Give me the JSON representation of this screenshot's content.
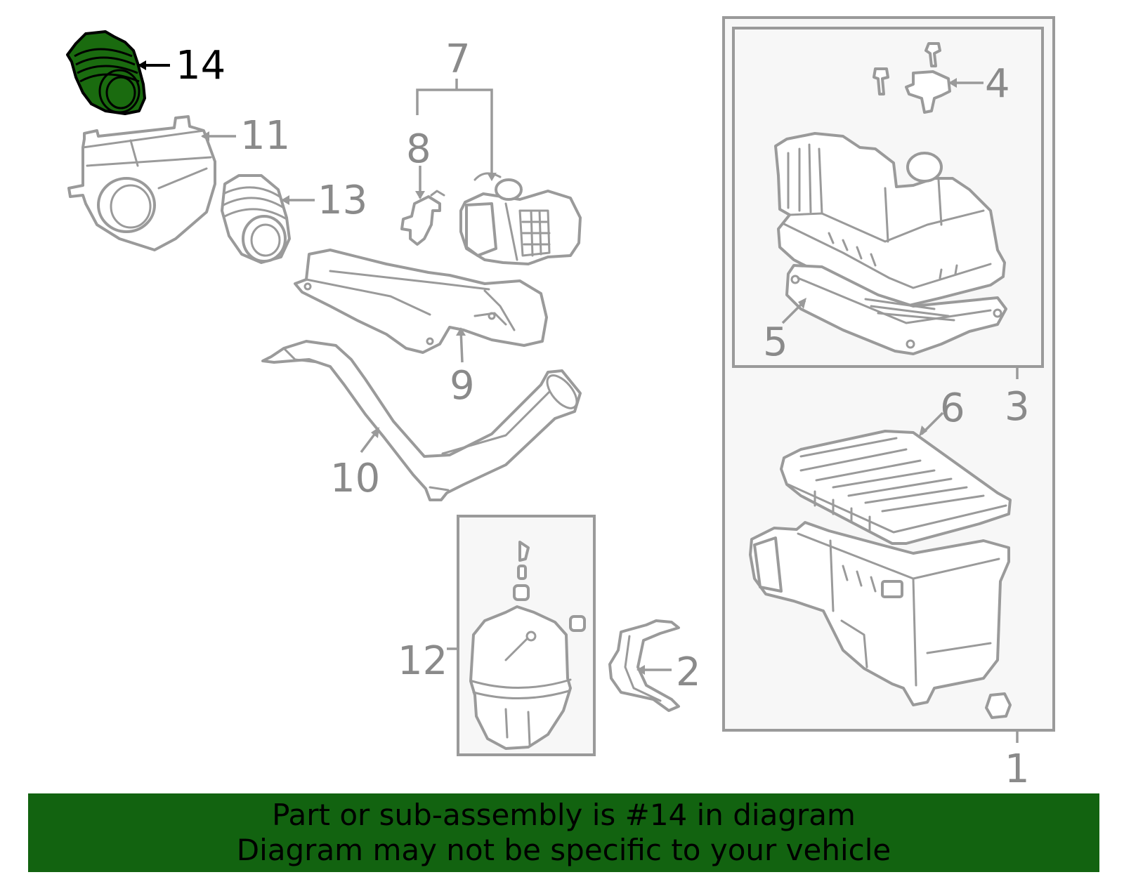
{
  "callouts": {
    "c1": "1",
    "c2": "2",
    "c3": "3",
    "c4": "4",
    "c5": "5",
    "c6": "6",
    "c7": "7",
    "c8": "8",
    "c9": "9",
    "c10": "10",
    "c11": "11",
    "c12": "12",
    "c13": "13",
    "c14": "14"
  },
  "banner": {
    "line1": "Part or sub-assembly is #14 in diagram",
    "line2": "Diagram may not be specific to your vehicle",
    "background": "#126310"
  },
  "highlight_color": "#1a6b0f",
  "highlighted_part": "14"
}
